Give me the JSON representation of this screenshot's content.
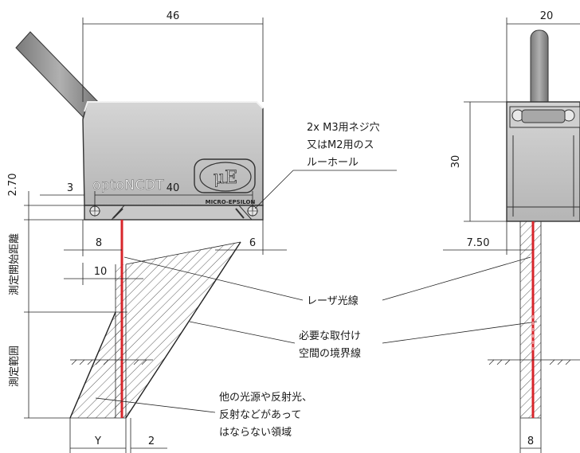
{
  "dimensions": {
    "width_46": "46",
    "width_40": "40",
    "offset_3": "3",
    "height_2_70": "2.70",
    "offset_8": "8",
    "offset_10": "10",
    "offset_6": "6",
    "width_y": "Y",
    "offset_2": "2",
    "side_width_20": "20",
    "side_height_30": "30",
    "side_offset_7_50": "7.50",
    "side_width_8": "8"
  },
  "labels": {
    "measuring_start_distance": "測定開始距離",
    "measuring_range": "測定範囲",
    "brand_text": "optoNCDT",
    "logo_text": "MICRO-EPSILON",
    "logo_mark": "μE"
  },
  "callouts": {
    "mounting_holes": [
      "2x M3用ネジ穴",
      "又はM2用のス",
      "ルーホール"
    ],
    "laser_beam": [
      "レーザ光線"
    ],
    "mounting_space_boundary": [
      "必要な取付け",
      "空間の境界線"
    ],
    "keep_free_area": [
      "他の光源や反射光、",
      "反射などがあって",
      "はならない領域"
    ]
  },
  "colors": {
    "laser": "#d8262b",
    "housing": "#bdbdbd",
    "housing_top": "#d9d9d9",
    "lines": "#222222"
  }
}
